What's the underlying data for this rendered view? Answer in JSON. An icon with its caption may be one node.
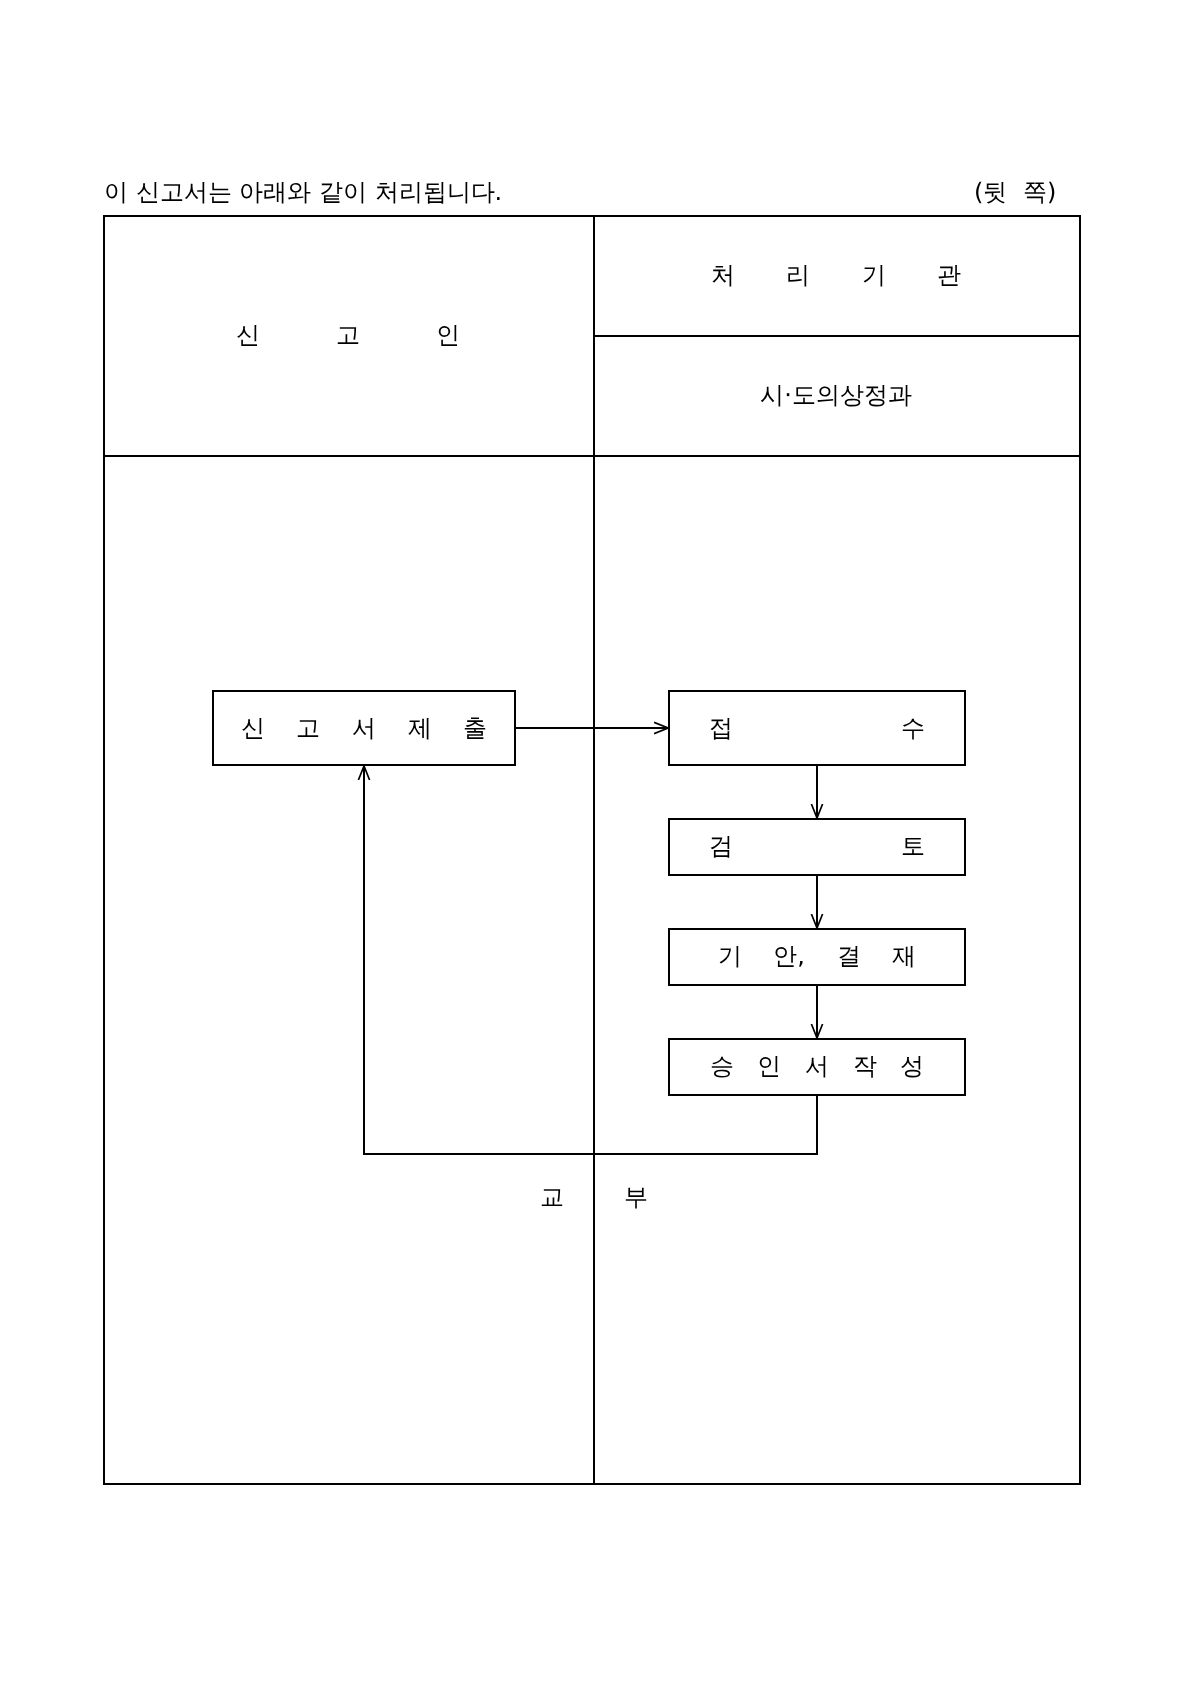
{
  "diagram": {
    "title": "이 신고서는 아래와 같이 처리됩니다.",
    "nodes": [
      {
        "text": [
          "신 고 서 제 출"
        ]
      },
      {
        "text": [
          "접 수"
        ]
      },
      {
        "text": [
          "검 토"
        ]
      },
      {
        "text": [
          "기 안, 결 재"
        ]
      },
      {
        "text": [
          "승 인 서 작 성"
        ]
      }
    ],
    "edges": [
      {
        "from": 0,
        "to": 1,
        "arrow": "to"
      },
      {
        "from": 1,
        "to": 2,
        "arrow": "to"
      },
      {
        "from": 2,
        "to": 3,
        "arrow": "to"
      },
      {
        "from": 3,
        "to": 4,
        "arrow": "to"
      },
      {
        "from": 4,
        "to": 0,
        "arrow": "to",
        "label": "교 부"
      }
    ],
    "labels": [
      "(뒷 쪽)",
      "신 고 인",
      "처 리 기 관",
      "시·도의상정과"
    ]
  }
}
